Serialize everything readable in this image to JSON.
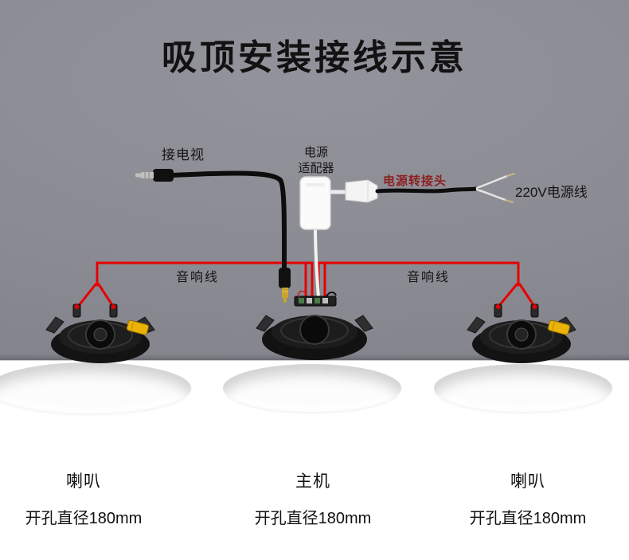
{
  "title": "吸顶安装接线示意",
  "annotations": {
    "tv_label": "接电视",
    "adapter_label_line1": "电源",
    "adapter_label_line2": "适配器",
    "converter_label": "电源转接头",
    "power_cord_label": "220V电源线",
    "speaker_wire_label_left": "音响线",
    "speaker_wire_label_right": "音响线"
  },
  "devices": {
    "left": {
      "name": "喇叭",
      "hole_diameter": "开孔直径180mm"
    },
    "center": {
      "name": "主机",
      "hole_diameter": "开孔直径180mm"
    },
    "right": {
      "name": "喇叭",
      "hole_diameter": "开孔直径180mm"
    }
  },
  "colors": {
    "background_gray": "#8b8b93",
    "wire_red": "#e60000",
    "converter_text": "#8c1f1f",
    "connector_yellow": "#eab308",
    "ceiling_white": "#ffffff"
  }
}
